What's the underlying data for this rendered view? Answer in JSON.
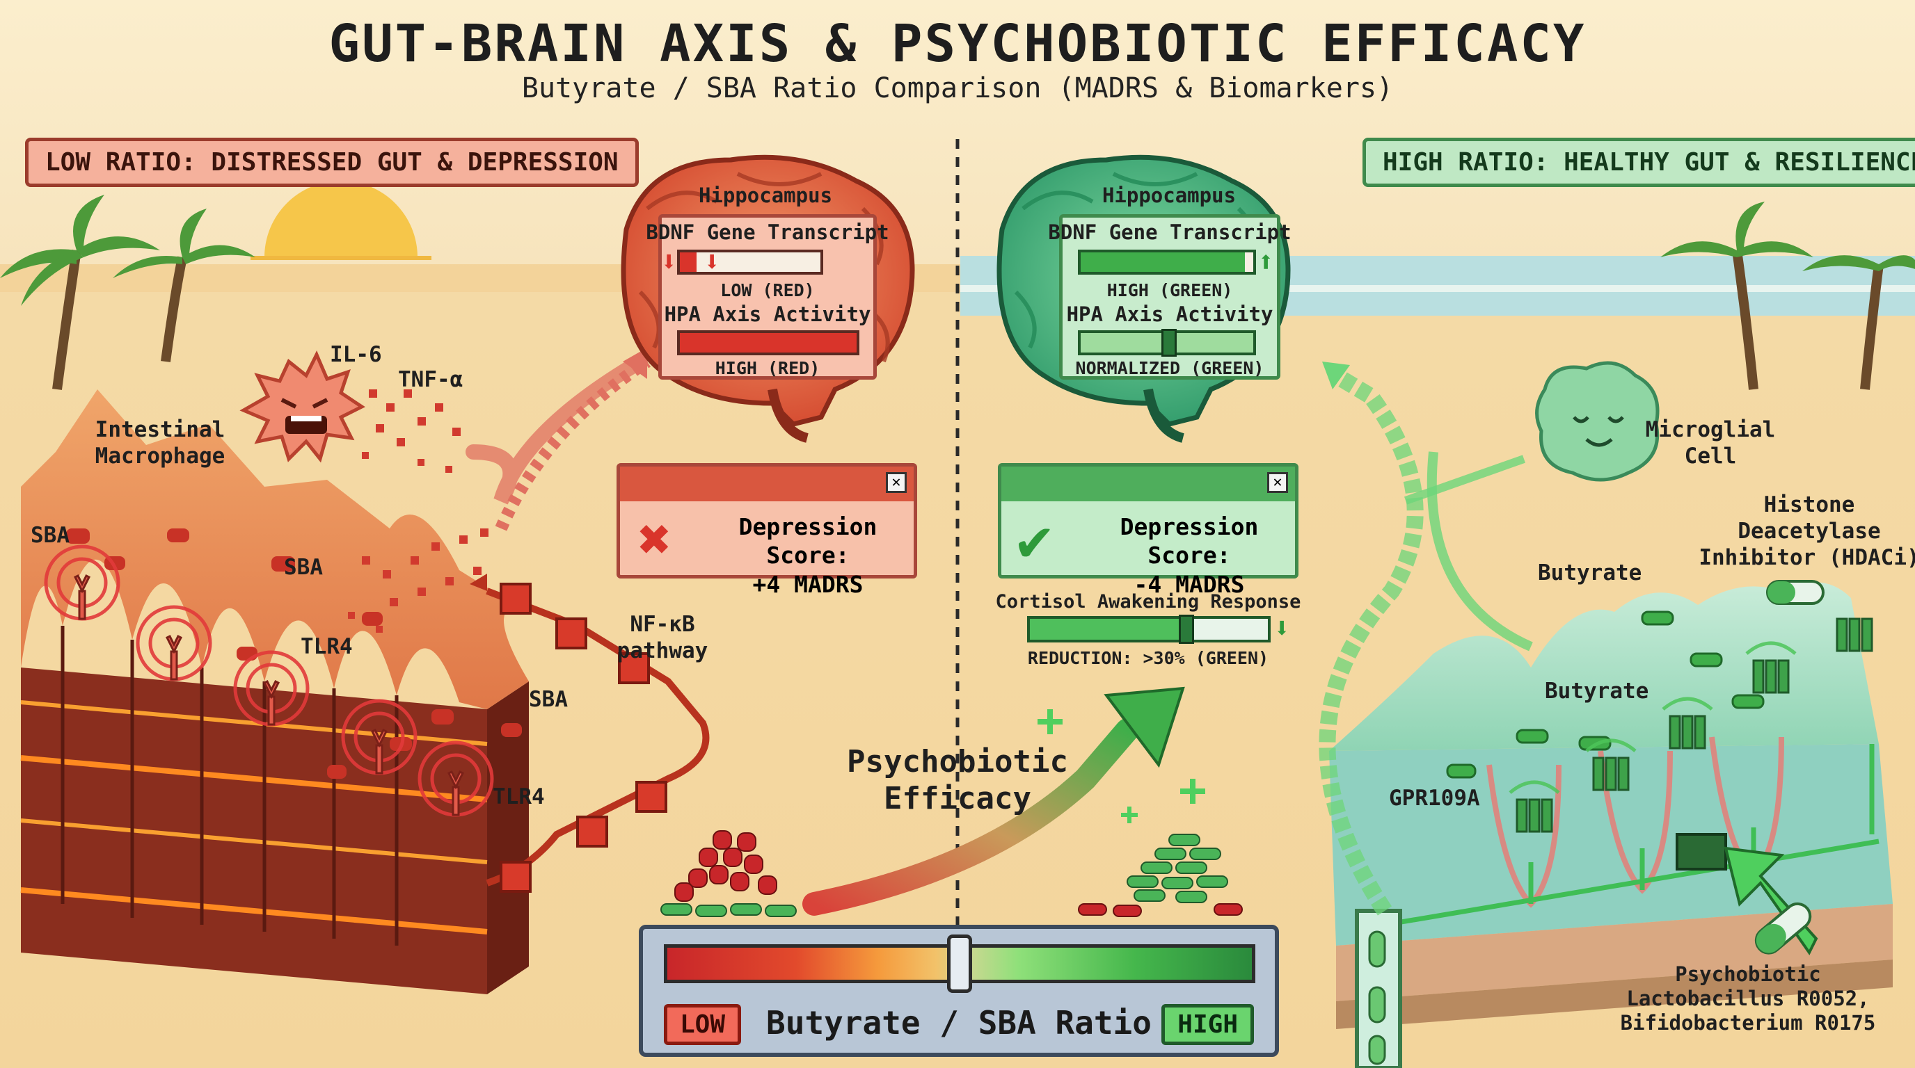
{
  "header": {
    "title": "GUT-BRAIN AXIS & PSYCHOBIOTIC EFFICACY",
    "subtitle": "Butyrate / SBA Ratio Comparison (MADRS & Biomarkers)"
  },
  "left": {
    "banner": "LOW RATIO: DISTRESSED GUT & DEPRESSION",
    "labels": {
      "il6": "IL-6",
      "tnf": "TNF-α",
      "macrophage": "Intestinal\nMacrophage",
      "sba1": "SBA",
      "sba2": "SBA",
      "sba3": "SBA",
      "tlr4_1": "TLR4",
      "tlr4_2": "TLR4",
      "nfkb": "NF-κB\npathway"
    },
    "brain": {
      "region": "Hippocampus",
      "bdnf_label": "BDNF Gene Transcript",
      "bdnf_value": "LOW (RED)",
      "bdnf_level": 0.12,
      "hpa_label": "HPA Axis Activity",
      "hpa_value": "HIGH (RED)",
      "hpa_level": 1.0
    },
    "score": {
      "line1": "Depression Score:",
      "line2": "+4 MADRS"
    }
  },
  "right": {
    "banner": "HIGH RATIO: HEALTHY GUT & RESILIENCE",
    "labels": {
      "microglial": "Microglial\nCell",
      "hdaci": "Histone\nDeacetylase\nInhibitor (HDACi)",
      "butyrate1": "Butyrate",
      "butyrate2": "Butyrate",
      "gpr": "GPR109A",
      "psychobiotic": "Psychobiotic\nLactobacillus R0052,\nBifidobacterium R0175"
    },
    "brain": {
      "region": "Hippocampus",
      "bdnf_label": "BDNF Gene Transcript",
      "bdnf_value": "HIGH (GREEN)",
      "bdnf_level": 0.95,
      "hpa_label": "HPA Axis Activity",
      "hpa_value": "NORMALIZED (GREEN)",
      "hpa_level": 0.5
    },
    "score": {
      "line1": "Depression Score:",
      "line2": "-4 MADRS"
    },
    "cortisol": {
      "label": "Cortisol Awakening Response",
      "value": "REDUCTION: >30% (GREEN)",
      "level": 0.65
    }
  },
  "center": {
    "efficacy": "Psychobiotic\nEfficacy",
    "scale": {
      "label": "Butyrate / SBA Ratio",
      "low": "LOW",
      "high": "HIGH",
      "slider_position": 0.5
    }
  },
  "colors": {
    "red_accent": "#d9342b",
    "green_accent": "#3fae4a",
    "sand": "#f6e3bb",
    "sea": "#b9dfe0"
  }
}
